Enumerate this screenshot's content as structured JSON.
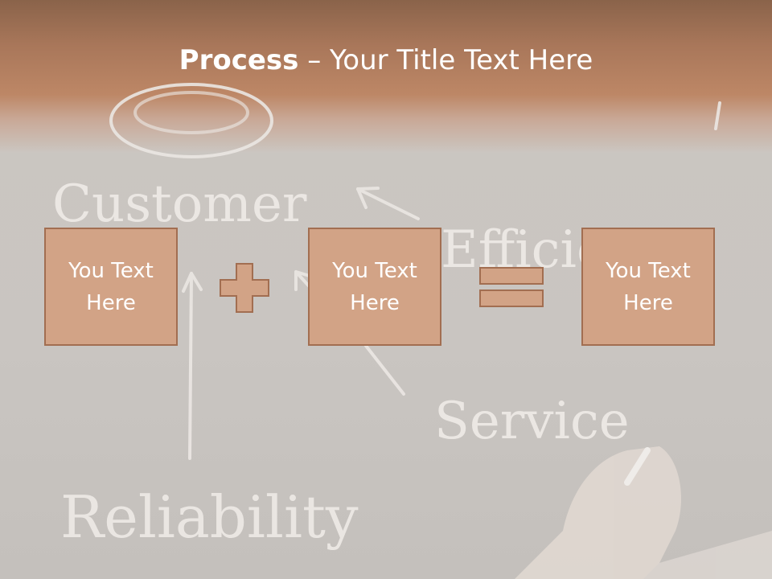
{
  "title": {
    "bold": "Process",
    "dash": " – ",
    "rest": "Your Title Text Here"
  },
  "background_words": [
    "Customer",
    "Efficiency",
    "Service",
    "Reliability"
  ],
  "boxes": [
    {
      "text": "You Text Here"
    },
    {
      "text": "You Text Here"
    },
    {
      "text": "You Text Here"
    }
  ],
  "operators": {
    "plus": "plus-icon",
    "equals": "equals-icon"
  },
  "colors": {
    "box_fill": "#d2a386",
    "box_border": "#a26e51",
    "header": "#bd8766",
    "chalkboard": "#c9c5c1"
  }
}
